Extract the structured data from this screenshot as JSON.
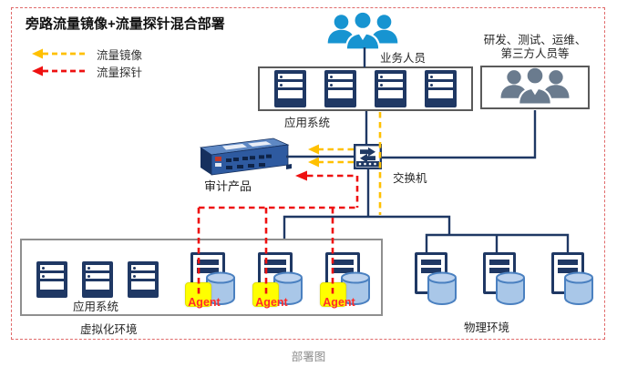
{
  "title": "旁路流量镜像+流量探针混合部署",
  "legend": {
    "mirror_label": "流量镜像",
    "probe_label": "流量探针"
  },
  "nodes": {
    "business_users": "业务人员",
    "app_system_top": "应用系统",
    "dev_users_line1": "研发、测试、运维、",
    "dev_users_line2": "第三方人员等",
    "audit_product": "审计产品",
    "switch": "交换机",
    "app_system_virtual": "应用系统",
    "virtual_env": "虚拟化环境",
    "physical_env": "物理环境"
  },
  "agents": [
    {
      "label": "Agent"
    },
    {
      "label": "Agent"
    },
    {
      "label": "Agent"
    }
  ],
  "caption": "部署图",
  "colors": {
    "line_navy": "#1f3864",
    "mirror_yellow": "#ffc000",
    "probe_red": "#ee1111",
    "agent_fill": "#ffff00",
    "users_blue": "#1794d1",
    "users_gray": "#6a7b8e",
    "database_blue": "#a9c7e8"
  }
}
